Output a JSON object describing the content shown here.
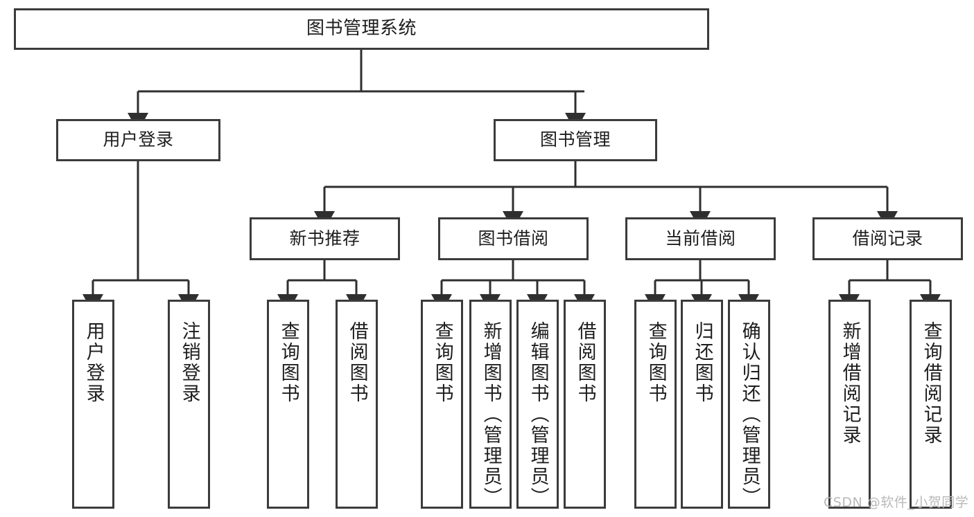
{
  "diagram": {
    "type": "tree",
    "title": "图书管理系统",
    "orientation": "top-down",
    "edge_style": "orthogonal-with-arrowheads",
    "colors": {
      "box_border": "#3b3b3b",
      "box_fill": "#ffffff",
      "edge": "#2f2f2f",
      "text": "#1d1d1d",
      "background": "#ffffff",
      "watermark": "#b9b9b9"
    }
  },
  "nodes": {
    "root": {
      "label": "图书管理系统"
    },
    "level2": [
      {
        "label": "用户登录"
      },
      {
        "label": "图书管理"
      }
    ],
    "level3": [
      {
        "label": "新书推荐"
      },
      {
        "label": "图书借阅"
      },
      {
        "label": "当前借阅"
      },
      {
        "label": "借阅记录"
      }
    ],
    "leaves": {
      "user_login": [
        {
          "label": "用户登录"
        },
        {
          "label": "注销登录"
        }
      ],
      "new_book_recommend": [
        {
          "label": "查询图书"
        },
        {
          "label": "借阅图书"
        }
      ],
      "book_borrow": [
        {
          "label": "查询图书"
        },
        {
          "label": "新增图书（管理员）"
        },
        {
          "label": "编辑图书（管理员）"
        },
        {
          "label": "借阅图书"
        }
      ],
      "current_borrow": [
        {
          "label": "查询图书"
        },
        {
          "label": "归还图书"
        },
        {
          "label": "确认归还（管理员）"
        }
      ],
      "borrow_record": [
        {
          "label": "新增借阅记录"
        },
        {
          "label": "查询借阅记录"
        }
      ]
    }
  },
  "watermark": {
    "text": "CSDN @软件_小贺同学"
  }
}
